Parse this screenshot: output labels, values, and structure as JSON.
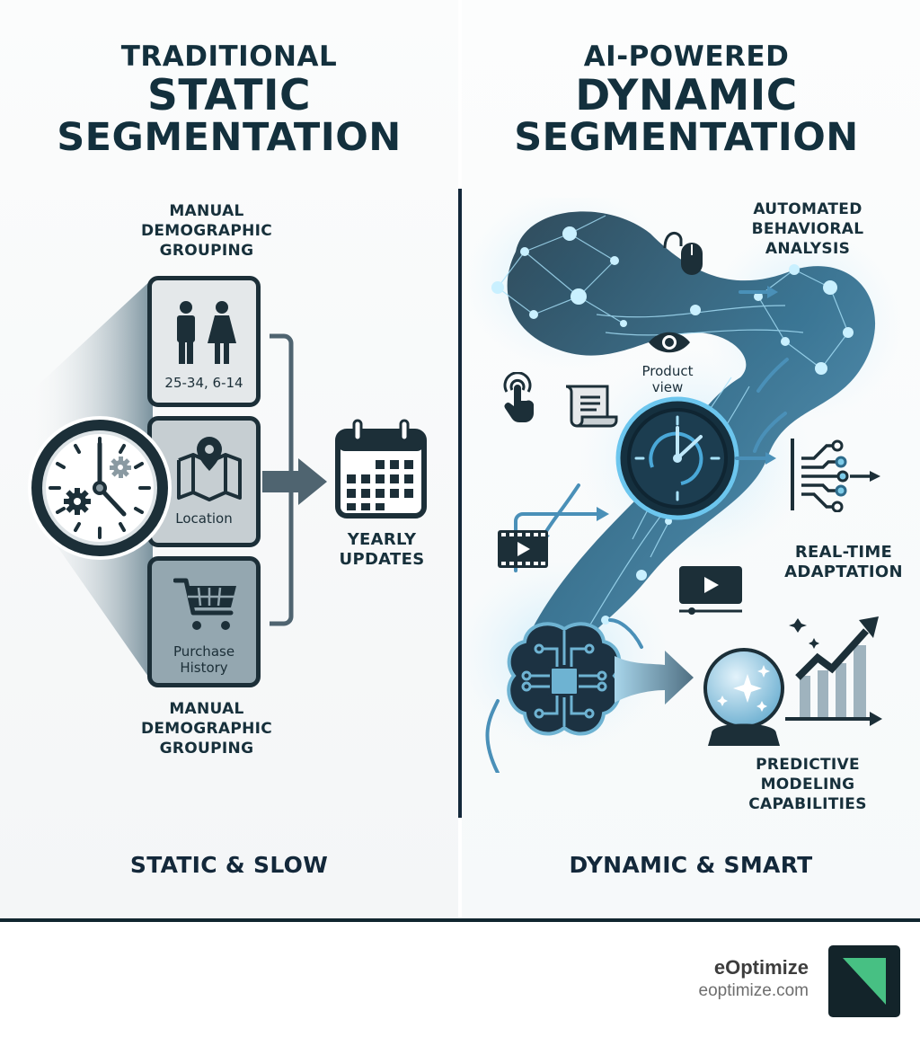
{
  "left_panel": {
    "title_line1": "TRADITIONAL",
    "title_line2": "STATIC",
    "title_line3": "SEGMENTATION",
    "top_label": [
      "MANUAL",
      "DEMOGRAPHIC",
      "GROUPING"
    ],
    "bottom_label": [
      "MANUAL",
      "DEMOGRAPHIC",
      "GROUPING"
    ],
    "boxes": [
      {
        "icon": "people-icon",
        "caption": "25-34, 6-14"
      },
      {
        "icon": "map-pin-icon",
        "caption": "Location"
      },
      {
        "icon": "shopping-cart-icon",
        "caption_line1": "Purchase",
        "caption_line2": "History"
      }
    ],
    "clock_icon": "clock-gears-icon",
    "calendar_icon": "calendar-icon",
    "calendar_label": [
      "YEARLY",
      "UPDATES"
    ],
    "tagline": "STATIC & SLOW"
  },
  "right_panel": {
    "title_line1": "AI-POWERED",
    "title_line2": "DYNAMIC",
    "title_line3": "SEGMENTATION",
    "behavioral_label": [
      "AUTOMATED",
      "BEHAVIORAL",
      "ANALYSIS"
    ],
    "product_view_label": [
      "Product",
      "view"
    ],
    "realtime_label": [
      "REAL-TIME",
      "ADAPTATION"
    ],
    "predictive_label": [
      "PREDICTIVE",
      "MODELING",
      "CAPABILITIES"
    ],
    "icons": [
      "network-icon",
      "mouse-icon",
      "eye-icon",
      "touch-icon",
      "document-icon",
      "clock-refresh-icon",
      "circuit-output-icon",
      "film-play-icon",
      "video-player-icon",
      "brain-chip-icon",
      "crystal-ball-icon",
      "growth-chart-icon"
    ],
    "tagline": "DYNAMIC & SMART"
  },
  "footer": {
    "brand_name": "eOptimize",
    "brand_url": "eoptimize.com"
  },
  "colors": {
    "navy": "#13283a",
    "accent_blue": "#4aa8d8",
    "glow": "#9fd8f2",
    "logo_bg": "#13242a",
    "logo_green": "#47c083"
  }
}
